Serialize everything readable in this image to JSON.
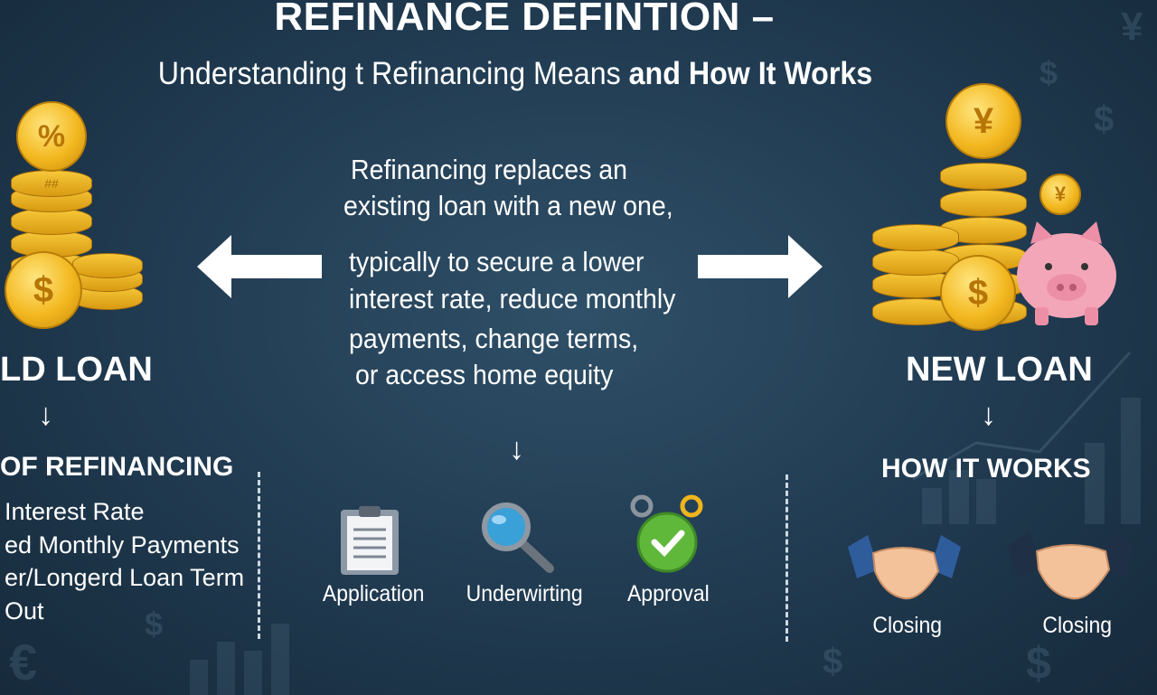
{
  "header": {
    "title": "REFINANCE DEFINTION –",
    "subtitle_regular": "Understanding t Refinancing Means ",
    "subtitle_bold": "and How It Works"
  },
  "description": {
    "line1": "Refinancing replaces an",
    "line2": "existing loan with a new one,",
    "line3": "typically to secure a lower",
    "line4": "interest rate, reduce monthly",
    "line5": "payments, change terms,",
    "line6": "or access home equity"
  },
  "old_loan": {
    "label": "LD LOAN",
    "arrow": "↓",
    "heading": "OF REFINANCING",
    "items": [
      "Interest Rate",
      "ed Monthly Payments",
      "er/Longerd Loan Term",
      "Out"
    ],
    "coin_percent": "%",
    "coin_dollar": "$",
    "coin_hash": "##"
  },
  "new_loan": {
    "label": "NEW LOAN",
    "arrow": "↓",
    "heading": "HOW IT WORKS",
    "coin_yen": "¥",
    "coin_dollar": "$"
  },
  "steps": {
    "arrow": "↓",
    "items": [
      {
        "label": "Application",
        "icon": "clipboard-icon"
      },
      {
        "label": "Underwirting",
        "icon": "magnifier-icon"
      },
      {
        "label": "Approval",
        "icon": "approval-badge-icon"
      }
    ]
  },
  "closing": [
    {
      "label": "Closing",
      "icon": "handshake-icon"
    },
    {
      "label": "Closing",
      "icon": "handshake-icon"
    }
  ],
  "background": {
    "dollar": "$",
    "euro": "€",
    "yen": "¥"
  },
  "colors": {
    "background": "#203a50",
    "gold": "#f3b820",
    "approval_green": "#5fb83a",
    "piggy_pink": "#f3a6b8"
  }
}
